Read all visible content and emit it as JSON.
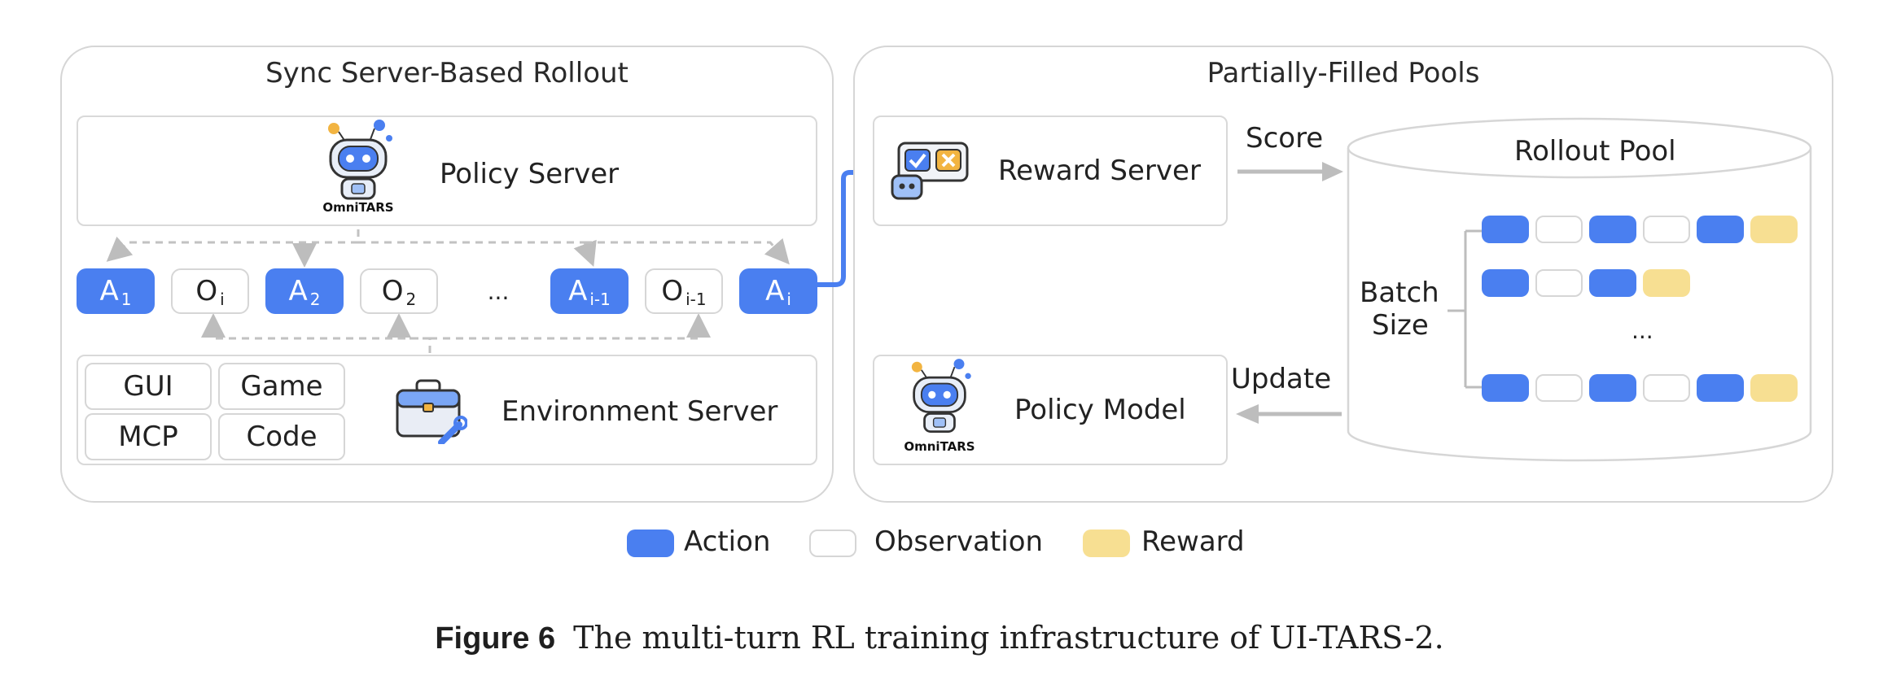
{
  "left_panel": {
    "title": "Sync Server-Based Rollout",
    "policy_server": {
      "label": "Policy Server",
      "brand": "OmniTARS"
    },
    "sequence": [
      {
        "kind": "action",
        "main": "A",
        "sub": "1"
      },
      {
        "kind": "observation",
        "main": "O",
        "sub": "i"
      },
      {
        "kind": "action",
        "main": "A",
        "sub": "2"
      },
      {
        "kind": "observation",
        "main": "O",
        "sub": "2"
      },
      {
        "kind": "ellipsis",
        "main": "...",
        "sub": ""
      },
      {
        "kind": "action",
        "main": "A",
        "sub": "i-1"
      },
      {
        "kind": "observation",
        "main": "O",
        "sub": "i-1"
      },
      {
        "kind": "action",
        "main": "A",
        "sub": "i"
      }
    ],
    "environment_server": {
      "label": "Environment Server",
      "envs": [
        "GUI",
        "Game",
        "MCP",
        "Code"
      ]
    }
  },
  "right_panel": {
    "title": "Partially-Filled Pools",
    "reward_server": {
      "label": "Reward Server"
    },
    "policy_model": {
      "label": "Policy Model",
      "brand": "OmniTARS"
    },
    "score_label": "Score",
    "update_label": "Update",
    "rollout_pool": {
      "label": "Rollout Pool",
      "batch_label_line1": "Batch",
      "batch_label_line2": "Size",
      "ellipsis": "...",
      "rows": [
        [
          "a",
          "o",
          "a",
          "o",
          "a",
          "r"
        ],
        [
          "a",
          "o",
          "a",
          "r"
        ],
        [
          "a",
          "o",
          "a",
          "o",
          "a",
          "r"
        ]
      ]
    }
  },
  "legend": [
    {
      "key": "a",
      "label": "Action",
      "color": "#4a7ff0"
    },
    {
      "key": "o",
      "label": "Observation",
      "color": "#ffffff"
    },
    {
      "key": "r",
      "label": "Reward",
      "color": "#f7df92"
    }
  ],
  "caption": {
    "figure": "Figure 6",
    "text": "The multi-turn RL training infrastructure of UI-TARS-2."
  },
  "colors": {
    "action": "#4a7ff0",
    "reward": "#f7df92",
    "arrow_gray": "#bdbdbd",
    "connector_blue": "#4a7ff0"
  }
}
